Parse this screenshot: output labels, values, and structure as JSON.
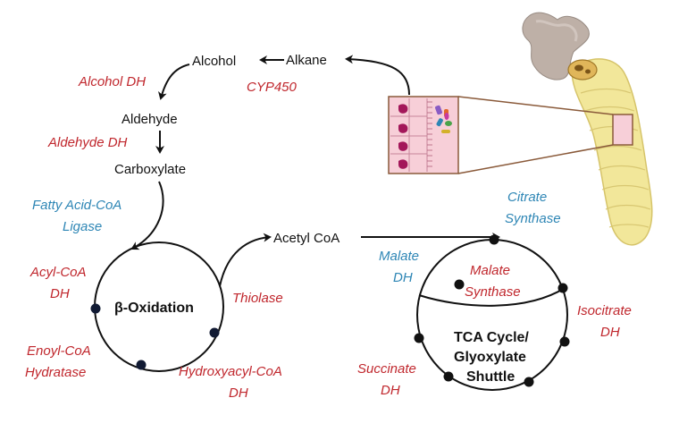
{
  "colors": {
    "enzyme": "#c0272d",
    "ligase": "#2e86b5",
    "metabolite": "#111111",
    "larva": "#f2e79a",
    "gut_tissue": "#f7cfd8",
    "cell_nucleus": "#a3175a"
  },
  "metabolites": {
    "alcohol": "Alcohol",
    "alkane": "Alkane",
    "aldehyde": "Aldehyde",
    "carboxylate": "Carboxylate",
    "acetyl_coa": "Acetyl CoA"
  },
  "enzymes": {
    "alcohol_dh": "Alcohol DH",
    "cyp450": "CYP450",
    "aldehyde_dh": "Aldehyde DH",
    "acyl_coa_dh_1": "Acyl-CoA",
    "acyl_coa_dh_2": "DH",
    "enoyl_coa_1": "Enoyl-CoA",
    "enoyl_coa_2": "Hydratase",
    "hydroxyacyl_1": "Hydroxyacyl-CoA",
    "hydroxyacyl_2": "DH",
    "thiolase": "Thiolase",
    "malate_synthase_1": "Malate",
    "malate_synthase_2": "Synthase",
    "isocitrate_dh_1": "Isocitrate",
    "isocitrate_dh_2": "DH",
    "succinate_dh_1": "Succinate",
    "succinate_dh_2": "DH"
  },
  "other_enzymes": {
    "fatty_acid_ligase_1": "Fatty Acid-CoA",
    "fatty_acid_ligase_2": "Ligase",
    "citrate_synthase_1": "Citrate",
    "citrate_synthase_2": "Synthase",
    "malate_dh_1": "Malate",
    "malate_dh_2": "DH"
  },
  "cycles": {
    "beta_oxidation": "β-Oxidation",
    "tca_1": "TCA Cycle/",
    "tca_2": "Glyoxylate",
    "tca_3": "Shuttle"
  },
  "illustration": {
    "subject": "larva",
    "inset": "gut-cross-section",
    "fragment": "plastic-fragment"
  }
}
